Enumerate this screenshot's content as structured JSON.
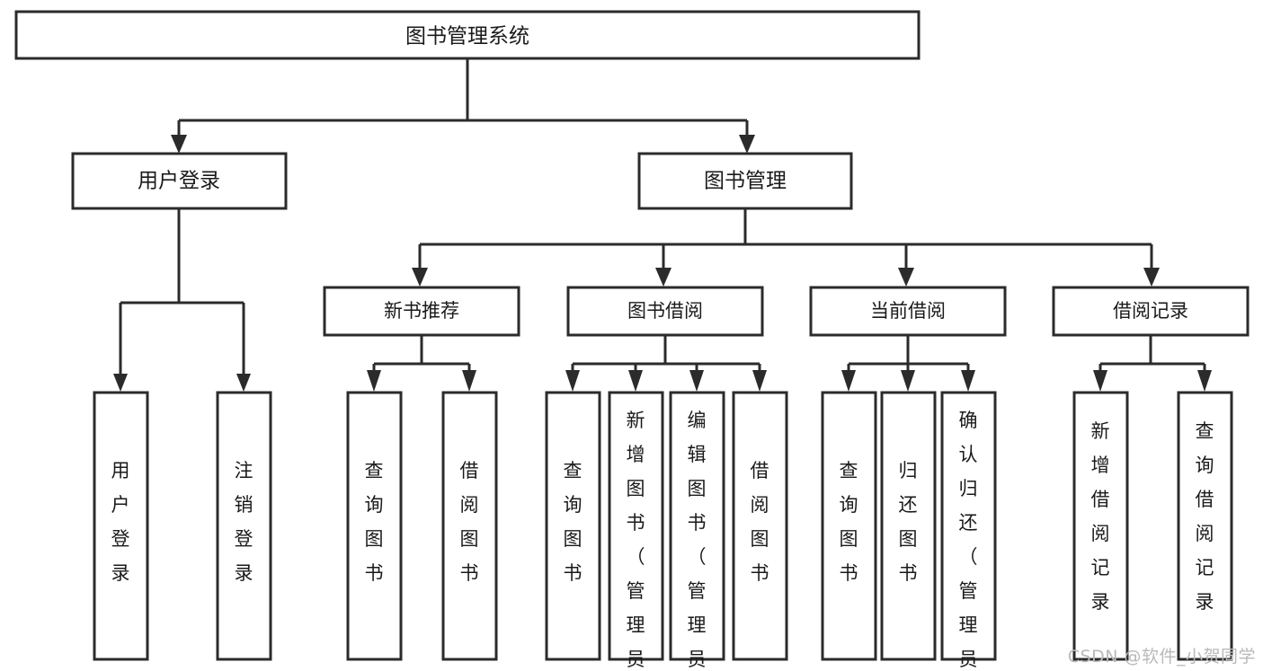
{
  "diagram": {
    "type": "tree-hierarchy",
    "title": "图书管理系统",
    "watermark": "CSDN @软件_小贺同学",
    "colors": {
      "stroke": "#2b2b2b",
      "fill": "#ffffff",
      "text": "#1a1a1a",
      "watermark": "#b9b9b9"
    },
    "root": {
      "label": "图书管理系统"
    },
    "level1": [
      {
        "label": "用户登录"
      },
      {
        "label": "图书管理"
      }
    ],
    "level2": [
      {
        "label": "新书推荐"
      },
      {
        "label": "图书借阅"
      },
      {
        "label": "当前借阅"
      },
      {
        "label": "借阅记录"
      }
    ],
    "leaves": {
      "user_login": [
        {
          "label": "用户登录"
        },
        {
          "label": "注销登录"
        }
      ],
      "new_book_recommend": [
        {
          "label": "查询图书"
        },
        {
          "label": "借阅图书"
        }
      ],
      "book_borrow": [
        {
          "label": "查询图书"
        },
        {
          "label": "新增图书（管理员）"
        },
        {
          "label": "编辑图书（管理员）"
        },
        {
          "label": "借阅图书"
        }
      ],
      "current_borrow": [
        {
          "label": "查询图书"
        },
        {
          "label": "归还图书"
        },
        {
          "label": "确认归还（管理员）"
        }
      ],
      "borrow_record": [
        {
          "label": "新增借阅记录"
        },
        {
          "label": "查询借阅记录"
        }
      ]
    }
  }
}
